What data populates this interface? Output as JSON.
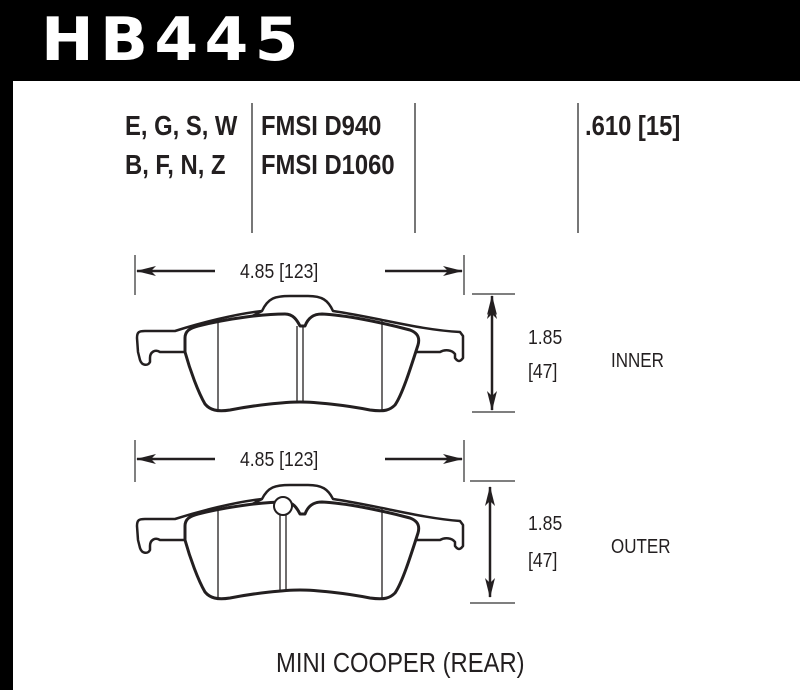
{
  "header": {
    "part_number": "HB445"
  },
  "compounds": {
    "line1": "E, G, S, W",
    "line2": "B, F, N, Z"
  },
  "fmsi": {
    "line1": "FMSI D940",
    "line2": "FMSI D1060"
  },
  "thickness": ".610 [15]",
  "inner_pad": {
    "width_label": "4.85 [123]",
    "height_in": "1.85",
    "height_mm": "[47]",
    "position": "INNER"
  },
  "outer_pad": {
    "width_label": "4.85 [123]",
    "height_in": "1.85",
    "height_mm": "[47]",
    "position": "OUTER"
  },
  "application": "MINI COOPER (REAR)",
  "colors": {
    "header_bg": "#000000",
    "text": "#231f20",
    "line": "#777777"
  }
}
